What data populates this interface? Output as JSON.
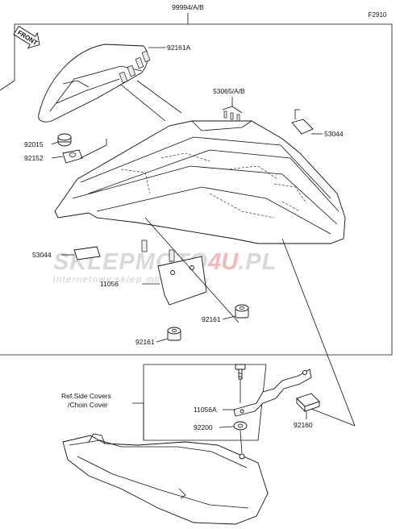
{
  "diagram": {
    "figure_code": "F2910",
    "assembly_ref": "99994/A/B",
    "front_marker": "FRONT",
    "reference_note_line1": "Ref.Side Covers",
    "reference_note_line2": "/Choin Cover",
    "parts": [
      {
        "label": "92161A"
      },
      {
        "label": "53065/A/B"
      },
      {
        "label": "53044"
      },
      {
        "label": "92015"
      },
      {
        "label": "92152"
      },
      {
        "label": "53044"
      },
      {
        "label": "11056"
      },
      {
        "label": "92161"
      },
      {
        "label": "92161"
      },
      {
        "label": "11056A"
      },
      {
        "label": "92200"
      },
      {
        "label": "92160"
      }
    ]
  },
  "watermark": {
    "brand_part1": "SKLEP",
    "brand_part2": "MOTO",
    "brand_part3": "4U",
    "brand_part4": ".PL",
    "tagline": "internetowy sklep motocyklowy"
  }
}
